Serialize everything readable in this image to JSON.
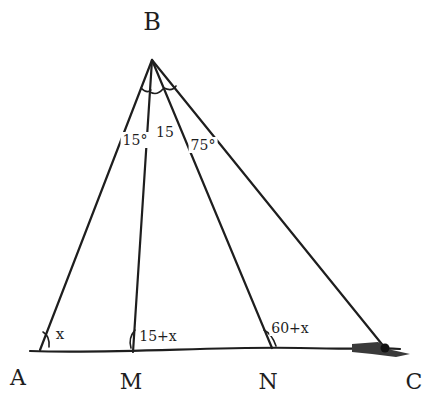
{
  "diagram": {
    "labels": [
      "B",
      "A",
      "M",
      "N",
      "C",
      "15°",
      "15",
      "75°",
      "x",
      "15+x",
      "60+x"
    ]
  }
}
